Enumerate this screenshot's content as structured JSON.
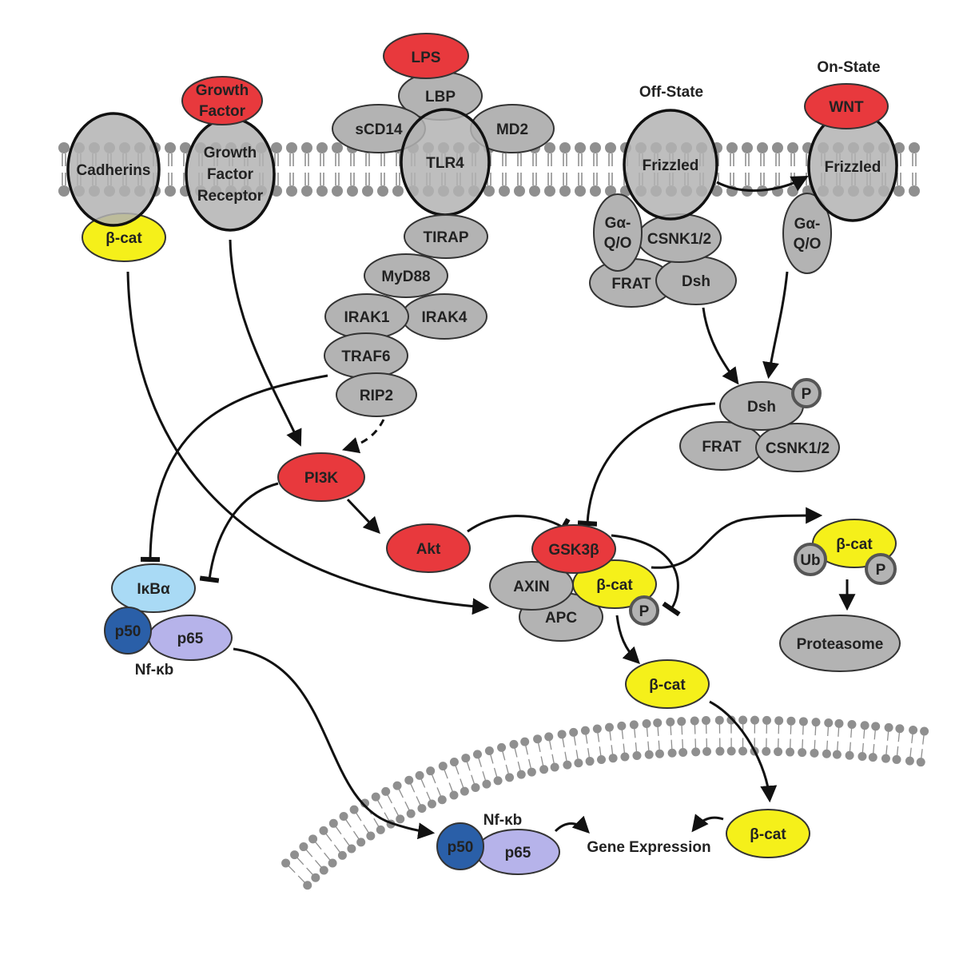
{
  "colors": {
    "protein": "#b3b3b3",
    "ligand": "#e8393d",
    "beta_catenin": "#f5f01a",
    "ikb": "#a9daf5",
    "p50": "#2a5fa8",
    "p65": "#b6b3ea",
    "membrane": "#8f8f8f"
  },
  "labels": {
    "off_state": "Off-State",
    "on_state": "On-State",
    "nfkb_cytoplasm": "Nf-κb",
    "nfkb_nucleus": "Nf-κb",
    "gene_expression": "Gene Expression"
  },
  "nodes": {
    "lps": "LPS",
    "lbp": "LBP",
    "scd14": "sCD14",
    "md2": "MD2",
    "tlr4": "TLR4",
    "tirap": "TIRAP",
    "myd88": "MyD88",
    "irak1": "IRAK1",
    "irak4": "IRAK4",
    "traf6": "TRAF6",
    "rip2": "RIP2",
    "growth_factor_1": "Growth",
    "growth_factor_2": "Factor",
    "gfr_1": "Growth",
    "gfr_2": "Factor",
    "gfr_3": "Receptor",
    "cadherins": "Cadherins",
    "bcat_membrane": "β-cat",
    "frizzled_off": "Frizzled",
    "frizzled_on": "Frizzled",
    "wnt": "WNT",
    "galpha_off_1": "Gα-",
    "galpha_off_2": "Q/O",
    "galpha_on_1": "Gα-",
    "galpha_on_2": "Q/O",
    "csnk_off": "CSNK1/2",
    "frat_off": "FRAT",
    "dsh_off": "Dsh",
    "dsh_p": "Dsh",
    "p_dsh": "P",
    "frat_p": "FRAT",
    "csnk_p": "CSNK1/2",
    "pi3k": "PI3K",
    "akt": "Akt",
    "gsk3b": "GSK3β",
    "axin": "AXIN",
    "bcat_complex": "β-cat",
    "apc": "APC",
    "p_complex": "P",
    "bcat_ub": "β-cat",
    "ub": "Ub",
    "p_ub": "P",
    "proteasome": "Proteasome",
    "bcat_free": "β-cat",
    "bcat_nucleus": "β-cat",
    "ikba": "IκBα",
    "p50_cyto": "p50",
    "p65_cyto": "p65",
    "p50_nuc": "p50",
    "p65_nuc": "p65"
  }
}
